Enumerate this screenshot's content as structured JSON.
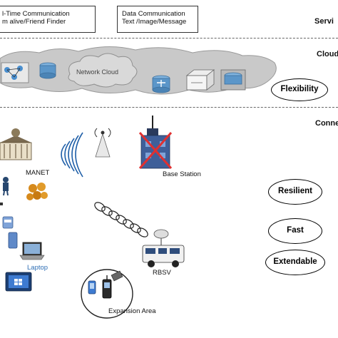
{
  "services": {
    "label": "Servi",
    "box1_line1": "l-Time Communication",
    "box1_line2": "m alive/Friend Finder",
    "box2_line1": "Data Communication",
    "box2_line2": "Text /Image/Message"
  },
  "cloud": {
    "label": "Cloud",
    "network_cloud": "Network Cloud",
    "flexibility": "Flexibility"
  },
  "connectivity": {
    "label": "Conne",
    "manet": "MANET",
    "base_station": "Base Station",
    "laptop": "Laptop",
    "rbsv": "RBSV",
    "expansion_area": "Expansion Area",
    "properties": [
      "Resilient",
      "Fast",
      "Extendable"
    ]
  },
  "colors": {
    "band_line": "#555555",
    "cloud_fill": "#c9c9c9",
    "laptop_label": "#2f6fb5",
    "cross": "#e03030"
  }
}
